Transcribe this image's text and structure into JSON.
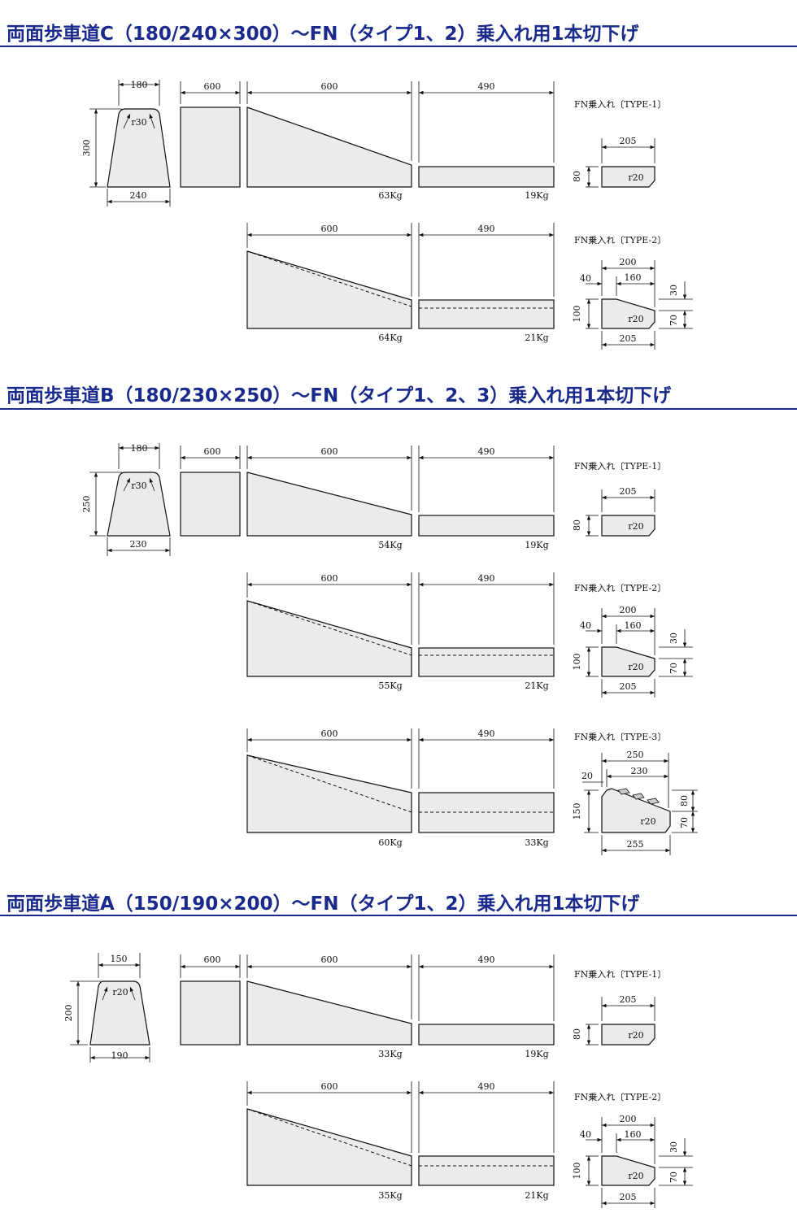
{
  "sections": [
    {
      "title": "両面歩車道C（180/240×300）～FN（タイプ1、2）乗入れ用1本切下げ",
      "profile": {
        "top": "180",
        "bottom": "240",
        "height": "300",
        "radius": "r30"
      },
      "block_length": "600",
      "rows": [
        {
          "slope_length": "600",
          "slope_weight": "63Kg",
          "flat_length": "490",
          "flat_weight": "19Kg",
          "fn_label": "FN乗入れ〔TYPE-1〕"
        },
        {
          "slope_length": "600",
          "slope_weight": "64Kg",
          "flat_length": "490",
          "flat_weight": "21Kg",
          "fn_label": "FN乗入れ〔TYPE-2〕"
        }
      ]
    },
    {
      "title": "両面歩車道B（180/230×250）～FN（タイプ1、2、3）乗入れ用1本切下げ",
      "profile": {
        "top": "180",
        "bottom": "230",
        "height": "250",
        "radius": "r30"
      },
      "block_length": "600",
      "rows": [
        {
          "slope_length": "600",
          "slope_weight": "54Kg",
          "flat_length": "490",
          "flat_weight": "19Kg",
          "fn_label": "FN乗入れ〔TYPE-1〕"
        },
        {
          "slope_length": "600",
          "slope_weight": "55Kg",
          "flat_length": "490",
          "flat_weight": "21Kg",
          "fn_label": "FN乗入れ〔TYPE-2〕"
        },
        {
          "slope_length": "600",
          "slope_weight": "60Kg",
          "flat_length": "490",
          "flat_weight": "33Kg",
          "fn_label": "FN乗入れ〔TYPE-3〕"
        }
      ]
    },
    {
      "title": "両面歩車道A（150/190×200）～FN（タイプ1、2）乗入れ用1本切下げ",
      "profile": {
        "top": "150",
        "bottom": "190",
        "height": "200",
        "radius": "r20"
      },
      "block_length": "600",
      "rows": [
        {
          "slope_length": "600",
          "slope_weight": "33Kg",
          "flat_length": "490",
          "flat_weight": "19Kg",
          "fn_label": "FN乗入れ〔TYPE-1〕"
        },
        {
          "slope_length": "600",
          "slope_weight": "35Kg",
          "flat_length": "490",
          "flat_weight": "21Kg",
          "fn_label": "FN乗入れ〔TYPE-2〕"
        }
      ]
    }
  ],
  "fn_types": {
    "type1": {
      "width": "205",
      "height": "80",
      "radius": "r20"
    },
    "type2": {
      "top": "200",
      "inner": "160",
      "left": "40",
      "bottom": "205",
      "height": "100",
      "upper": "30",
      "lower": "70",
      "radius": "r20"
    },
    "type3": {
      "top": "250",
      "inner": "230",
      "left": "20",
      "bottom": "255",
      "height": "150",
      "upper": "80",
      "lower": "70",
      "radius": "r20"
    }
  }
}
